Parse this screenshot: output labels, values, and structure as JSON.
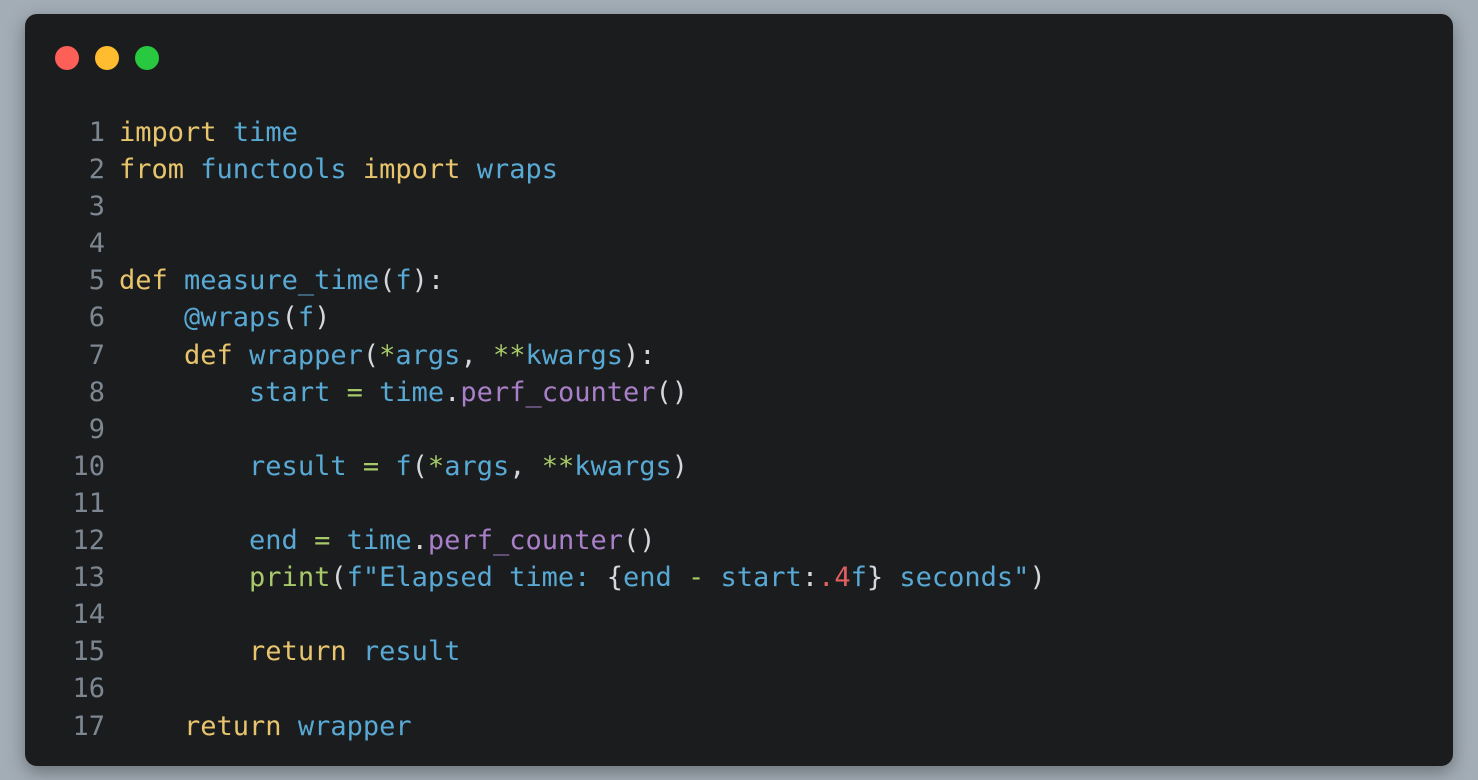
{
  "window": {
    "traffic_lights": {
      "close_color": "#fe5f57",
      "minimize_color": "#febc2e",
      "maximize_color": "#28c840"
    }
  },
  "code": {
    "language": "python",
    "lines": [
      {
        "n": "1",
        "tokens": [
          {
            "t": "import",
            "c": "kw"
          },
          {
            "t": " ",
            "c": "pn"
          },
          {
            "t": "time",
            "c": "nm"
          }
        ]
      },
      {
        "n": "2",
        "tokens": [
          {
            "t": "from",
            "c": "kw"
          },
          {
            "t": " ",
            "c": "pn"
          },
          {
            "t": "functools",
            "c": "nm"
          },
          {
            "t": " ",
            "c": "pn"
          },
          {
            "t": "import",
            "c": "kw"
          },
          {
            "t": " ",
            "c": "pn"
          },
          {
            "t": "wraps",
            "c": "nm"
          }
        ]
      },
      {
        "n": "3",
        "tokens": []
      },
      {
        "n": "4",
        "tokens": []
      },
      {
        "n": "5",
        "tokens": [
          {
            "t": "def",
            "c": "kw"
          },
          {
            "t": " ",
            "c": "pn"
          },
          {
            "t": "measure_time",
            "c": "fn"
          },
          {
            "t": "(",
            "c": "pn"
          },
          {
            "t": "f",
            "c": "nm"
          },
          {
            "t": "):",
            "c": "pn"
          }
        ]
      },
      {
        "n": "6",
        "tokens": [
          {
            "t": "    ",
            "c": "pn"
          },
          {
            "t": "@wraps",
            "c": "nm"
          },
          {
            "t": "(",
            "c": "pn"
          },
          {
            "t": "f",
            "c": "nm"
          },
          {
            "t": ")",
            "c": "pn"
          }
        ]
      },
      {
        "n": "7",
        "tokens": [
          {
            "t": "    ",
            "c": "pn"
          },
          {
            "t": "def",
            "c": "kw"
          },
          {
            "t": " ",
            "c": "pn"
          },
          {
            "t": "wrapper",
            "c": "fn"
          },
          {
            "t": "(",
            "c": "pn"
          },
          {
            "t": "*",
            "c": "op"
          },
          {
            "t": "args",
            "c": "nm"
          },
          {
            "t": ", ",
            "c": "pn"
          },
          {
            "t": "**",
            "c": "op"
          },
          {
            "t": "kwargs",
            "c": "nm"
          },
          {
            "t": "):",
            "c": "pn"
          }
        ]
      },
      {
        "n": "8",
        "tokens": [
          {
            "t": "        ",
            "c": "pn"
          },
          {
            "t": "start",
            "c": "nm"
          },
          {
            "t": " ",
            "c": "pn"
          },
          {
            "t": "=",
            "c": "op"
          },
          {
            "t": " ",
            "c": "pn"
          },
          {
            "t": "time",
            "c": "nm"
          },
          {
            "t": ".",
            "c": "pn"
          },
          {
            "t": "perf_counter",
            "c": "call"
          },
          {
            "t": "()",
            "c": "pn"
          }
        ]
      },
      {
        "n": "9",
        "tokens": []
      },
      {
        "n": "10",
        "tokens": [
          {
            "t": "        ",
            "c": "pn"
          },
          {
            "t": "result",
            "c": "nm"
          },
          {
            "t": " ",
            "c": "pn"
          },
          {
            "t": "=",
            "c": "op"
          },
          {
            "t": " ",
            "c": "pn"
          },
          {
            "t": "f",
            "c": "nm"
          },
          {
            "t": "(",
            "c": "pn"
          },
          {
            "t": "*",
            "c": "op"
          },
          {
            "t": "args",
            "c": "nm"
          },
          {
            "t": ", ",
            "c": "pn"
          },
          {
            "t": "**",
            "c": "op"
          },
          {
            "t": "kwargs",
            "c": "nm"
          },
          {
            "t": ")",
            "c": "pn"
          }
        ]
      },
      {
        "n": "11",
        "tokens": []
      },
      {
        "n": "12",
        "tokens": [
          {
            "t": "        ",
            "c": "pn"
          },
          {
            "t": "end",
            "c": "nm"
          },
          {
            "t": " ",
            "c": "pn"
          },
          {
            "t": "=",
            "c": "op"
          },
          {
            "t": " ",
            "c": "pn"
          },
          {
            "t": "time",
            "c": "nm"
          },
          {
            "t": ".",
            "c": "pn"
          },
          {
            "t": "perf_counter",
            "c": "call"
          },
          {
            "t": "()",
            "c": "pn"
          }
        ]
      },
      {
        "n": "13",
        "tokens": [
          {
            "t": "        ",
            "c": "pn"
          },
          {
            "t": "print",
            "c": "bi"
          },
          {
            "t": "(",
            "c": "pn"
          },
          {
            "t": "f\"Elapsed time: ",
            "c": "st"
          },
          {
            "t": "{",
            "c": "pn"
          },
          {
            "t": "end",
            "c": "nm"
          },
          {
            "t": " ",
            "c": "pn"
          },
          {
            "t": "-",
            "c": "op"
          },
          {
            "t": " ",
            "c": "pn"
          },
          {
            "t": "start",
            "c": "nm"
          },
          {
            "t": ":",
            "c": "pn"
          },
          {
            "t": ".4",
            "c": "fmt"
          },
          {
            "t": "f",
            "c": "nm"
          },
          {
            "t": "}",
            "c": "pn"
          },
          {
            "t": " seconds\"",
            "c": "st"
          },
          {
            "t": ")",
            "c": "pn"
          }
        ]
      },
      {
        "n": "14",
        "tokens": []
      },
      {
        "n": "15",
        "tokens": [
          {
            "t": "        ",
            "c": "pn"
          },
          {
            "t": "return",
            "c": "kw"
          },
          {
            "t": " ",
            "c": "pn"
          },
          {
            "t": "result",
            "c": "nm"
          }
        ]
      },
      {
        "n": "16",
        "tokens": []
      },
      {
        "n": "17",
        "tokens": [
          {
            "t": "    ",
            "c": "pn"
          },
          {
            "t": "return",
            "c": "kw"
          },
          {
            "t": " ",
            "c": "pn"
          },
          {
            "t": "wrapper",
            "c": "nm"
          }
        ]
      }
    ]
  }
}
